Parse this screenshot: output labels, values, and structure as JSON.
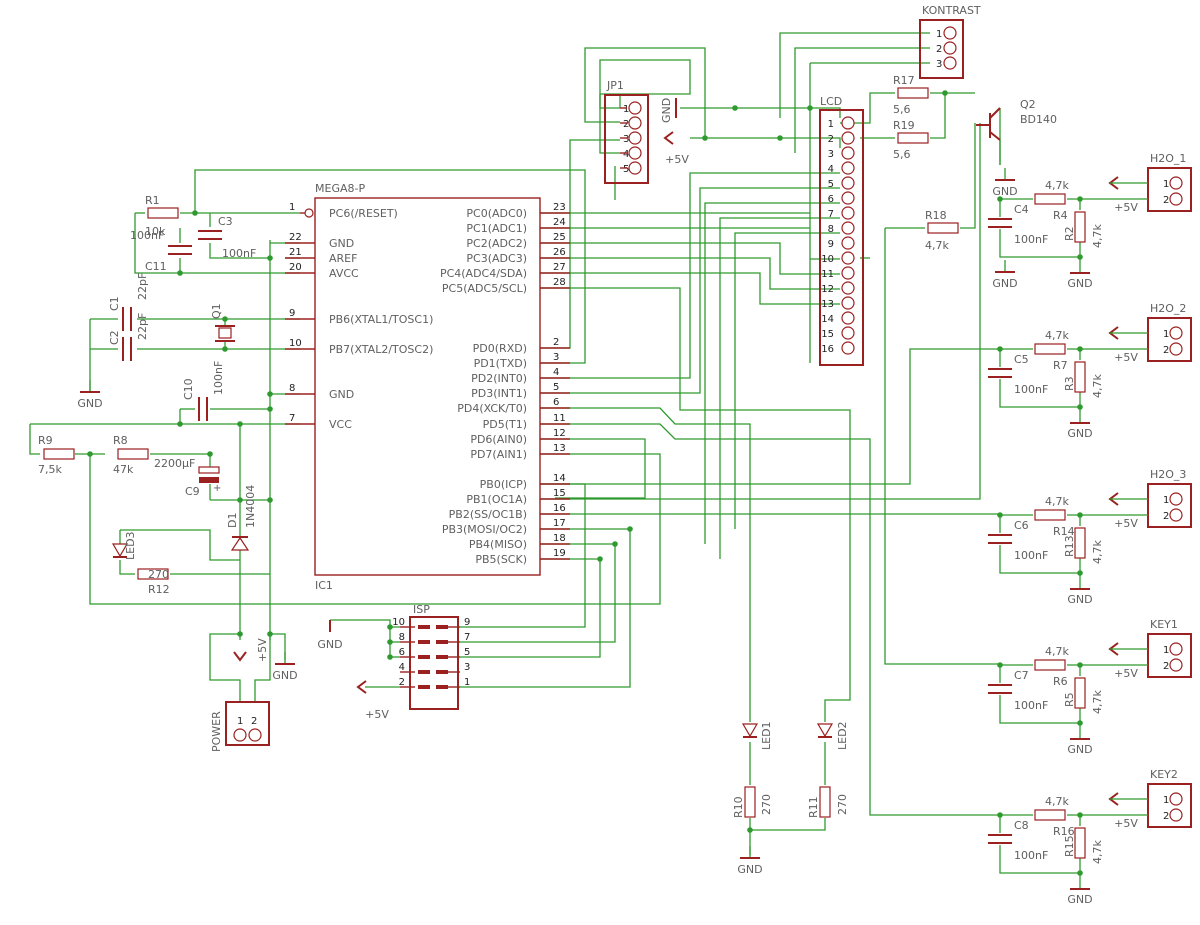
{
  "ic1": {
    "part": "MEGA8-P",
    "ref": "IC1",
    "left_pins": [
      {
        "num": "1",
        "name": "PC6(/RESET)"
      },
      {
        "num": "22",
        "name": "GND"
      },
      {
        "num": "21",
        "name": "AREF"
      },
      {
        "num": "20",
        "name": "AVCC"
      },
      {
        "num": "9",
        "name": "PB6(XTAL1/TOSC1)"
      },
      {
        "num": "10",
        "name": "PB7(XTAL2/TOSC2)"
      },
      {
        "num": "8",
        "name": "GND"
      },
      {
        "num": "7",
        "name": "VCC"
      }
    ],
    "right_pins": [
      {
        "num": "23",
        "name": "PC0(ADC0)"
      },
      {
        "num": "24",
        "name": "PC1(ADC1)"
      },
      {
        "num": "25",
        "name": "PC2(ADC2)"
      },
      {
        "num": "26",
        "name": "PC3(ADC3)"
      },
      {
        "num": "27",
        "name": "PC4(ADC4/SDA)"
      },
      {
        "num": "28",
        "name": "PC5(ADC5/SCL)"
      },
      {
        "num": "2",
        "name": "PD0(RXD)"
      },
      {
        "num": "3",
        "name": "PD1(TXD)"
      },
      {
        "num": "4",
        "name": "PD2(INT0)"
      },
      {
        "num": "5",
        "name": "PD3(INT1)"
      },
      {
        "num": "6",
        "name": "PD4(XCK/T0)"
      },
      {
        "num": "11",
        "name": "PD5(T1)"
      },
      {
        "num": "12",
        "name": "PD6(AIN0)"
      },
      {
        "num": "13",
        "name": "PD7(AIN1)"
      },
      {
        "num": "14",
        "name": "PB0(ICP)"
      },
      {
        "num": "15",
        "name": "PB1(OC1A)"
      },
      {
        "num": "16",
        "name": "PB2(SS/OC1B)"
      },
      {
        "num": "17",
        "name": "PB3(MOSI/OC2)"
      },
      {
        "num": "18",
        "name": "PB4(MISO)"
      },
      {
        "num": "19",
        "name": "PB5(SCK)"
      }
    ]
  },
  "lcd": {
    "ref": "LCD",
    "pins": [
      "1",
      "2",
      "3",
      "4",
      "5",
      "6",
      "7",
      "8",
      "9",
      "10",
      "11",
      "12",
      "13",
      "14",
      "15",
      "16"
    ]
  },
  "jp1": {
    "ref": "JP1",
    "pins": [
      "1",
      "2",
      "3",
      "4",
      "5"
    ]
  },
  "kontrast": {
    "ref": "KONTRAST",
    "pins": [
      "1",
      "2",
      "3"
    ]
  },
  "isp": {
    "ref": "ISP",
    "left": [
      "10",
      "8",
      "6",
      "4",
      "2"
    ],
    "right": [
      "9",
      "7",
      "5",
      "3",
      "1"
    ]
  },
  "power": {
    "ref": "POWER",
    "pins": [
      "1",
      "2"
    ]
  },
  "sensors": [
    {
      "ref": "H2O_1",
      "cap": "C4",
      "cap_val": "100nF",
      "r_top": "R4",
      "r_bot": "R2",
      "r_val": "4,7k"
    },
    {
      "ref": "H2O_2",
      "cap": "C5",
      "cap_val": "100nF",
      "r_top": "R7",
      "r_bot": "R3",
      "r_val": "4,7k"
    },
    {
      "ref": "H2O_3",
      "cap": "C6",
      "cap_val": "100nF",
      "r_top": "R14",
      "r_bot": "R13",
      "r_val": "4,7k"
    },
    {
      "ref": "KEY1",
      "cap": "C7",
      "cap_val": "100nF",
      "r_top": "R6",
      "r_bot": "R5",
      "r_val": "4,7k"
    },
    {
      "ref": "KEY2",
      "cap": "C8",
      "cap_val": "100nF",
      "r_top": "R16",
      "r_bot": "R15",
      "r_val": "4,7k"
    }
  ],
  "connector_pins": [
    "1",
    "2"
  ],
  "labels": {
    "gnd": "GND",
    "vcc": "+5V",
    "r1": "R1",
    "r1_val": "10k",
    "c3": "C3",
    "c3_val": "100nF",
    "c11": "C11",
    "c11_val": "100nF",
    "c1": "C1",
    "c1_val": "22pF",
    "c2": "C2",
    "c2_val": "22pF",
    "q1": "Q1",
    "c10": "C10",
    "c10_val": "100nF",
    "r9": "R9",
    "r9_val": "7,5k",
    "r8": "R8",
    "r8_val": "47k",
    "c9": "C9",
    "c9_val": "2200µF",
    "d1": "D1",
    "d1_val": "1N4004",
    "led3": "LED3",
    "r12": "R12",
    "r12_val": "270",
    "r17": "R17",
    "r17_val": "5,6",
    "r19": "R19",
    "r19_val": "5,6",
    "q2": "Q2",
    "q2_val": "BD140",
    "r18": "R18",
    "r18_val": "4,7k",
    "led1": "LED1",
    "led2": "LED2",
    "r10": "R10",
    "r10_val": "270",
    "r11": "R11",
    "r11_val": "270",
    "plus": "+"
  },
  "colors": {
    "wire": "#2f9a2f",
    "part": "#9b2020",
    "text": "#5f5f5f",
    "pin_text": "#1f1f1f",
    "background": "#ffffff"
  }
}
